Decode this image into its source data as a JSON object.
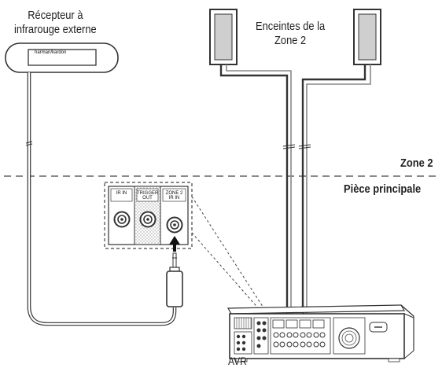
{
  "labels": {
    "ir_receiver": [
      "Récepteur à",
      "infrarouge externe"
    ],
    "ir_receiver_brand": "harman/kardon",
    "zone2_speakers": [
      "Enceintes de la",
      "Zone 2"
    ],
    "zone2": "Zone 2",
    "main_room": "Pièce principale",
    "avr": "AVR"
  },
  "jack_panel": {
    "jacks": [
      {
        "label_lines": [
          "IR IN"
        ]
      },
      {
        "label_lines": [
          "TRIGGER",
          "OUT"
        ]
      },
      {
        "label_lines": [
          "ZONE 2",
          "IR IN"
        ]
      }
    ]
  },
  "colors": {
    "line": "#333333",
    "wire_gray": "#888888",
    "speaker_fill": "#cfcfcf",
    "hatch": "#999999"
  },
  "icons": [
    "speaker-icon",
    "ir-receiver-icon",
    "jack-icon",
    "mini-plug-icon",
    "avr-receiver-icon",
    "arrow-up-icon"
  ]
}
